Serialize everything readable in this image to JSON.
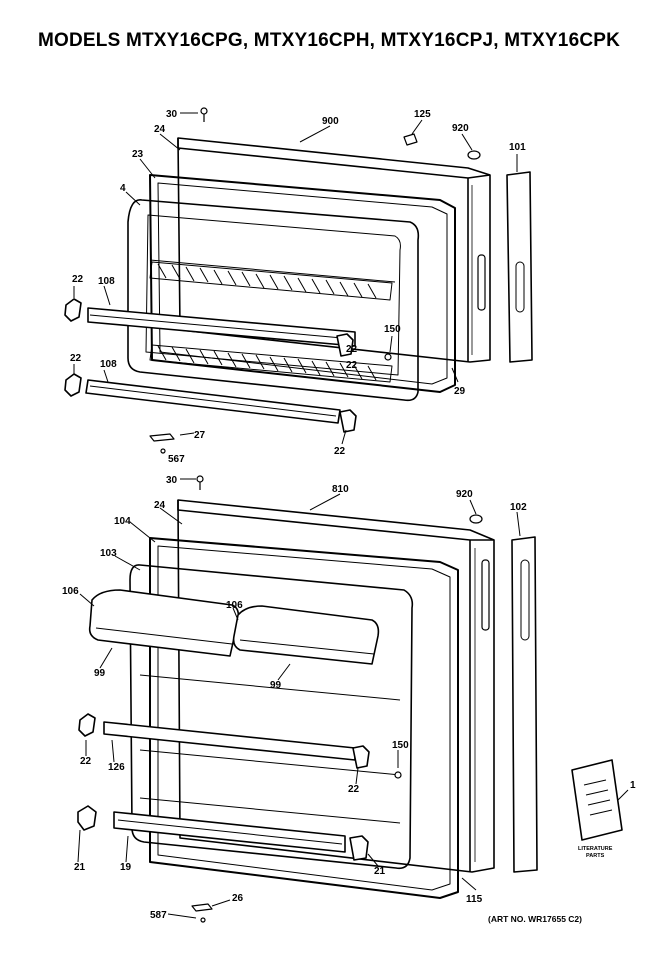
{
  "title": "MODELS MTXY16CPG, MTXY16CPH, MTXY16CPJ, MTXY16CPK",
  "art_number": "(ART NO. WR17655 C2)",
  "literature_label": [
    "LITERATURE",
    "PARTS"
  ],
  "part_labels": {
    "p30_top": "30",
    "p900": "900",
    "p125": "125",
    "p920_top": "920",
    "p101": "101",
    "p24_top": "24",
    "p23": "23",
    "p4": "4",
    "p22_a": "22",
    "p108_a": "108",
    "p22_b": "22",
    "p108_b": "108",
    "p150_top": "150",
    "p22_c": "22",
    "p22_d": "22",
    "p29": "29",
    "p22_e": "22",
    "p27": "27",
    "p567_top": "567",
    "p30_mid": "30",
    "p810": "810",
    "p920_mid": "920",
    "p102": "102",
    "p24_mid": "24",
    "p104": "104",
    "p103": "103",
    "p106_a": "106",
    "p106_b": "106",
    "p99_a": "99",
    "p99_b": "99",
    "p22_f": "22",
    "p126": "126",
    "p150_bot": "150",
    "p22_g": "22",
    "p21_a": "21",
    "p19": "19",
    "p21_b": "21",
    "p115": "115",
    "p1": "1",
    "p26": "26",
    "p587": "587"
  }
}
